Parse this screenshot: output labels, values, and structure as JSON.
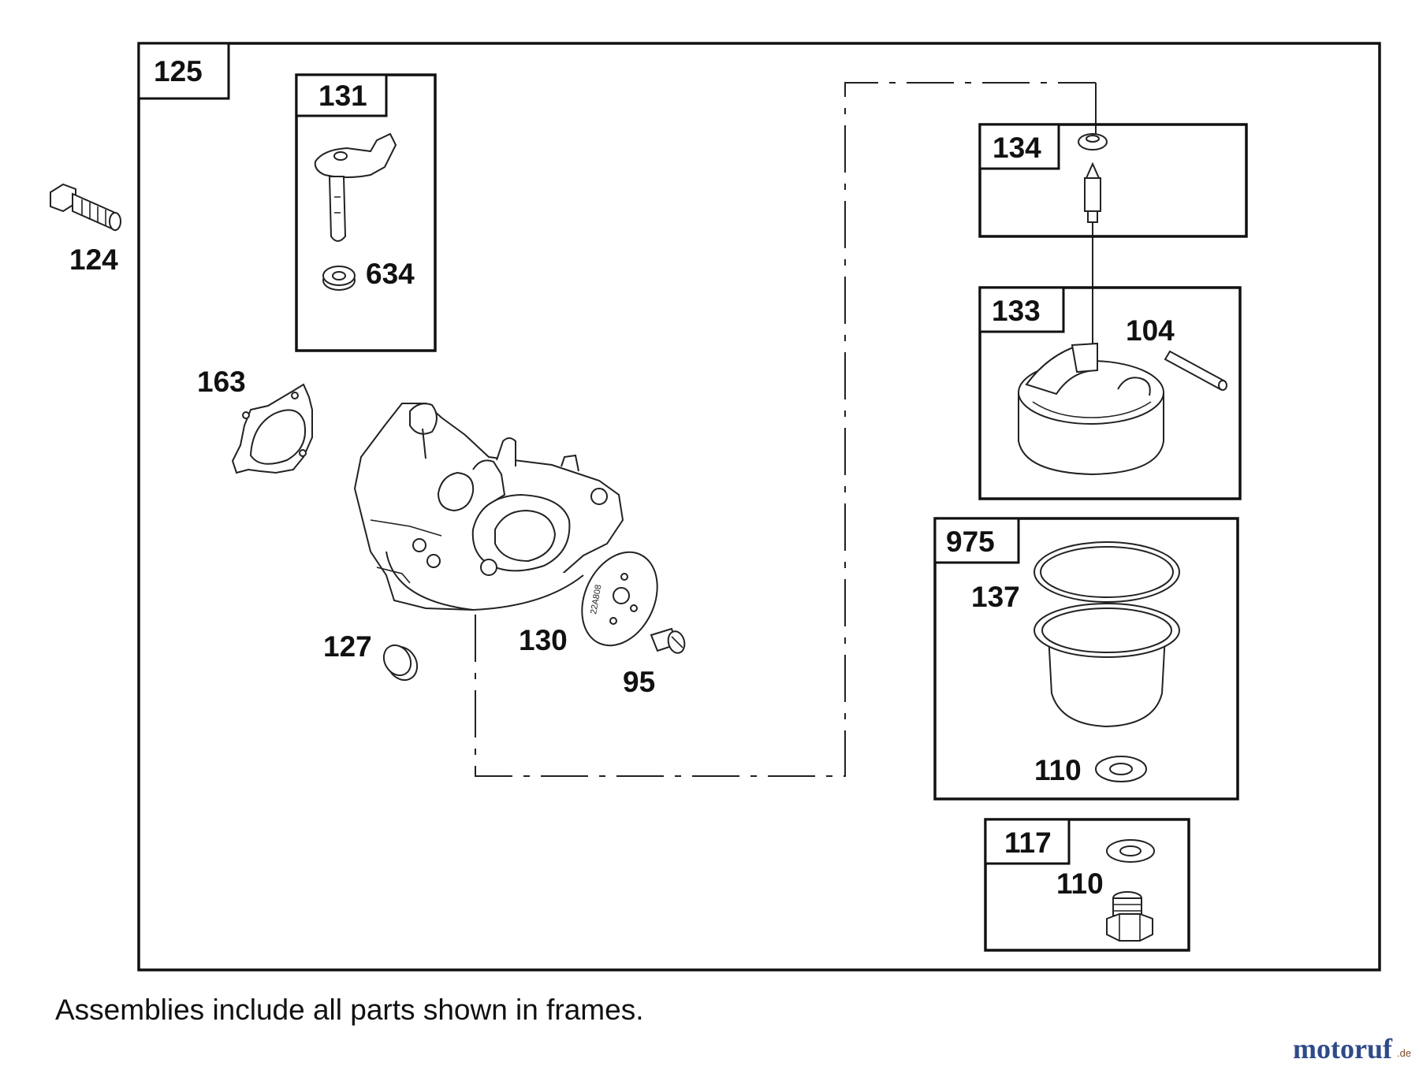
{
  "frames": {
    "outer": "125",
    "float_valve": "131",
    "needle_seat": "134",
    "float": "133",
    "bowl": "975",
    "drain": "117"
  },
  "callouts": {
    "bolt": "124",
    "float_valve_washer": "634",
    "gasket": "163",
    "welch_plug": "127",
    "throttle_plate": "130",
    "screw": "95",
    "hinge_pin": "104",
    "bowl_gasket": "137",
    "bowl_washer": "110",
    "drain_washer": "110"
  },
  "plate_stamp": "22A808",
  "caption": "Assemblies include all parts shown in frames.",
  "watermark": {
    "brand": "motoruf",
    "suffix": ".de",
    "colors": {
      "primary": "#2f4a8a",
      "accent": "#c0392b"
    }
  }
}
